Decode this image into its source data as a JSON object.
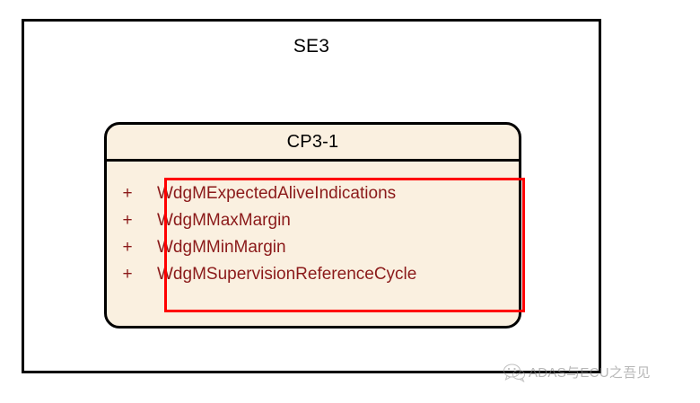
{
  "diagram": {
    "type": "uml-component-diagram",
    "system": {
      "name": "SE3",
      "border_color": "#000000",
      "fill_color": "#ffffff"
    },
    "component": {
      "name": "CP3-1",
      "fill_color": "#faf0e0",
      "border_color": "#000000",
      "attributes": [
        {
          "visibility": "+",
          "name": "WdgMExpectedAliveIndications"
        },
        {
          "visibility": "+",
          "name": "WdgMMaxMargin"
        },
        {
          "visibility": "+",
          "name": "WdgMMinMargin"
        },
        {
          "visibility": "+",
          "name": "WdgMSupervisionReferenceCycle"
        }
      ],
      "attribute_text_color": "#8b1a1a"
    },
    "highlight": {
      "color": "#ff0000",
      "label": "attribute-highlight"
    }
  },
  "watermark": {
    "icon": "wechat-logo-icon",
    "text": "ADAS与ECU之吾见",
    "color": "#8c8c8c"
  }
}
